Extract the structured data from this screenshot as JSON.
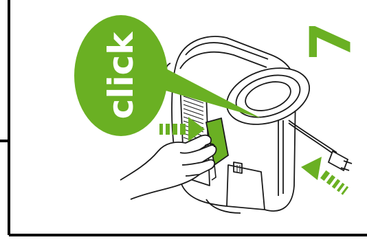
{
  "figure": {
    "callout_text": "click",
    "step_number": "7",
    "colors": {
      "accent_green": "#6ab023",
      "outline": "#1a1a1a",
      "panel_border": "#000000",
      "background": "#ffffff"
    },
    "icons": {
      "callout": "speech-bubble-icon",
      "insert_arrow": "dashed-arrow-right-icon",
      "cord_arrow": "dashed-arrow-up-left-icon",
      "device": "appliance-illustration",
      "hand": "hand-illustration",
      "plug": "power-plug-illustration"
    }
  }
}
